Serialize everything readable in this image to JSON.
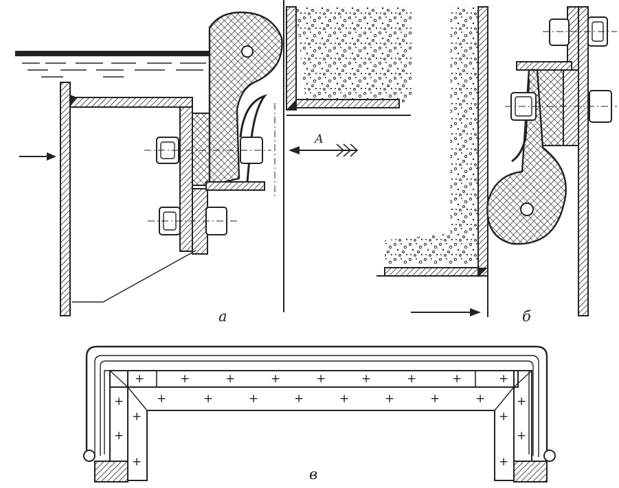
{
  "figure": {
    "labels": {
      "a": "а",
      "b": "б",
      "v": "в",
      "view_arrow": "А"
    },
    "bolt_count": {
      "panel_a": 2,
      "panel_b": 2
    },
    "plus_marks": {
      "top_row": [
        "+",
        "+",
        "+",
        "+",
        "+",
        "+",
        "+",
        "+",
        "+"
      ],
      "inner_row": [
        "+",
        "+",
        "+",
        "+",
        "+",
        "+",
        "+",
        "+"
      ]
    }
  }
}
